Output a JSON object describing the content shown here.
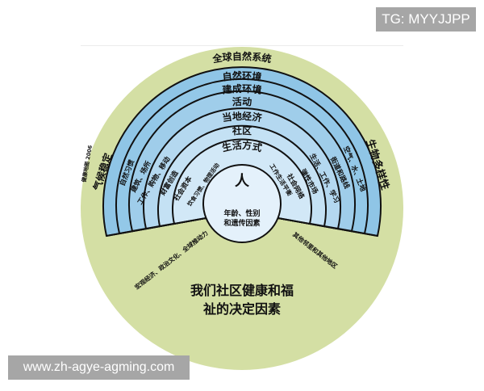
{
  "diagram": {
    "title_line1": "我们社区健康和福",
    "title_line2": "祉的决定因素",
    "outer_label": "全球自然系统",
    "left_outer_label": "气候稳定",
    "right_outer_label": "生物多样性",
    "credit": "健康地图 2006",
    "lower_left_label": "宏观经济、政治文化、全球推动力",
    "lower_right_label": "其他邻里和其他地区",
    "center": {
      "label": "人",
      "sub_line1": "年龄、性别",
      "sub_line2": "和遗传因素"
    },
    "rings": [
      {
        "name": "自然环境",
        "left": "自然习惯",
        "right": "空气、水、土地"
      },
      {
        "name": "建成环境",
        "left": "建筑、场所",
        "right": "街道和路线"
      },
      {
        "name": "活动",
        "left": "工作、购物、移动",
        "right": "生活、工作、学习"
      },
      {
        "name": "当地经济",
        "left": "财富创造",
        "right": "弹性市场"
      },
      {
        "name": "社区",
        "left": "社会资本",
        "right": "社会网络"
      },
      {
        "name": "生活方式",
        "left": "饮食习惯、物理活动",
        "right": "工作生活平衡"
      }
    ],
    "colors": {
      "outer_circle": "#d4dfa4",
      "ring_dark": "#8fc5e6",
      "ring_mid": "#a9d3ee",
      "ring_light": "#c4e1f4",
      "ring_lightest": "#d8ebf8",
      "center": "#e4f1fb",
      "stroke": "#111111"
    }
  },
  "watermarks": {
    "top_right": "TG: MYYJJPP",
    "bottom_left": "www.zh-agye-agming.com"
  }
}
